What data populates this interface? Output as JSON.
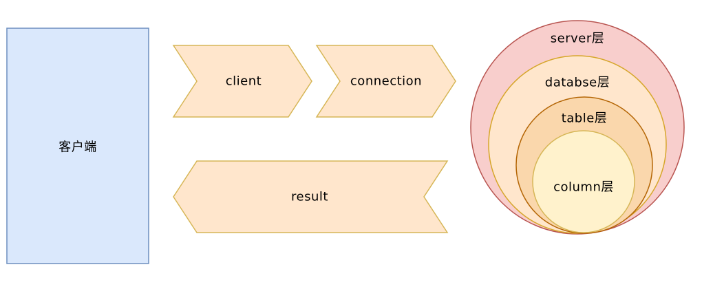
{
  "client_box": {
    "label": "客户端",
    "fill": "#dae8fc",
    "stroke": "#6c8ebf"
  },
  "arrows": {
    "client": {
      "label": "client",
      "fill": "#ffe6cc",
      "stroke": "#d6b656"
    },
    "connection": {
      "label": "connection",
      "fill": "#ffe6cc",
      "stroke": "#d6b656"
    },
    "result": {
      "label": "result",
      "fill": "#ffe6cc",
      "stroke": "#d6b656"
    }
  },
  "layers": {
    "server": {
      "label": "server层",
      "fill": "#f8cecc",
      "stroke": "#b85450"
    },
    "database": {
      "label": "databse层",
      "fill": "#ffe6cc",
      "stroke": "#d6a629"
    },
    "table": {
      "label": "table层",
      "fill": "#fad7ac",
      "stroke": "#b46504"
    },
    "column": {
      "label": "column层",
      "fill": "#fff2cc",
      "stroke": "#d6b656"
    }
  }
}
